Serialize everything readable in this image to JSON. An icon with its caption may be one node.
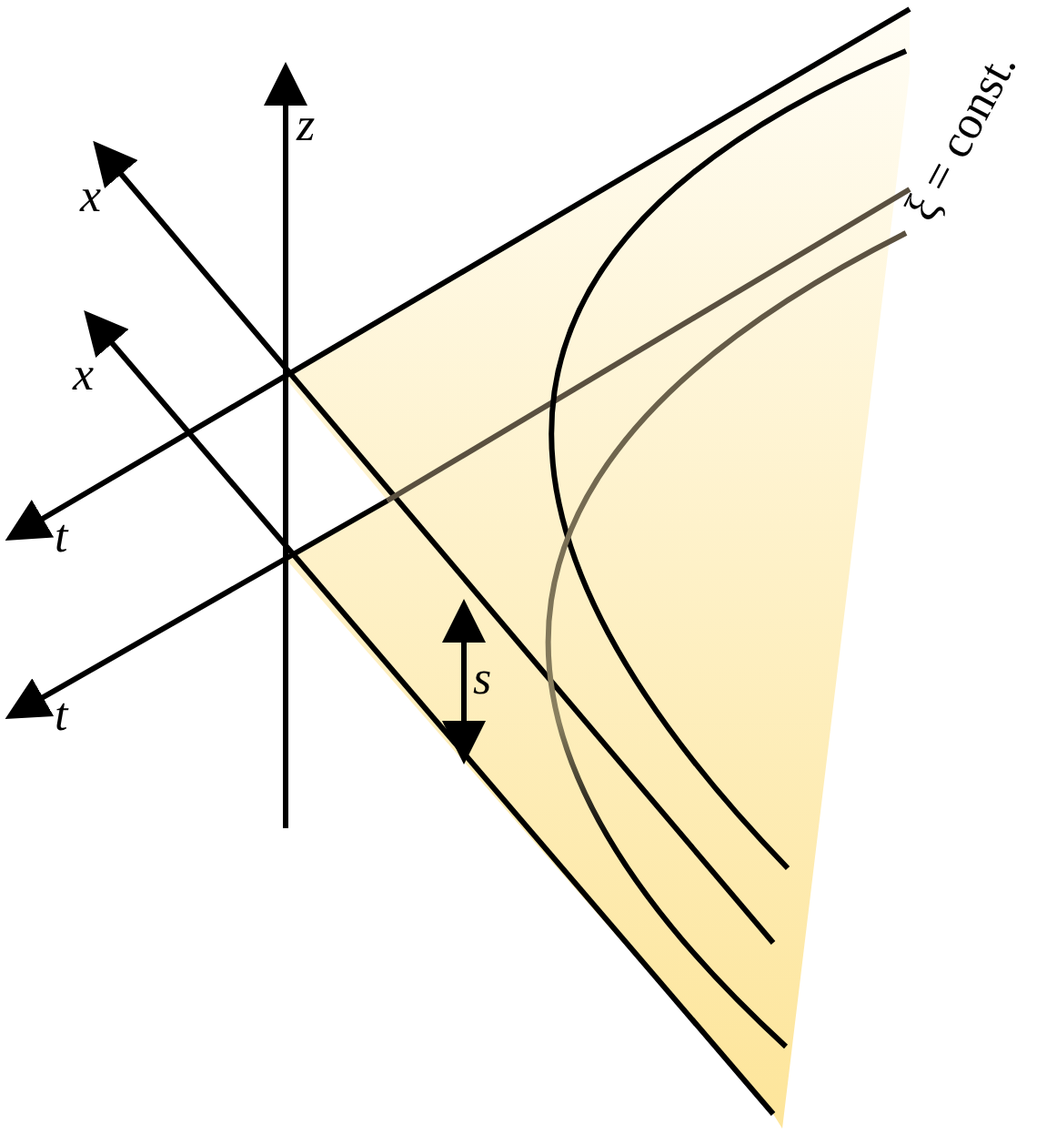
{
  "diagram": {
    "labels": [
      "z",
      "x",
      "x",
      "t",
      "t",
      "s",
      "ξ = const."
    ]
  }
}
